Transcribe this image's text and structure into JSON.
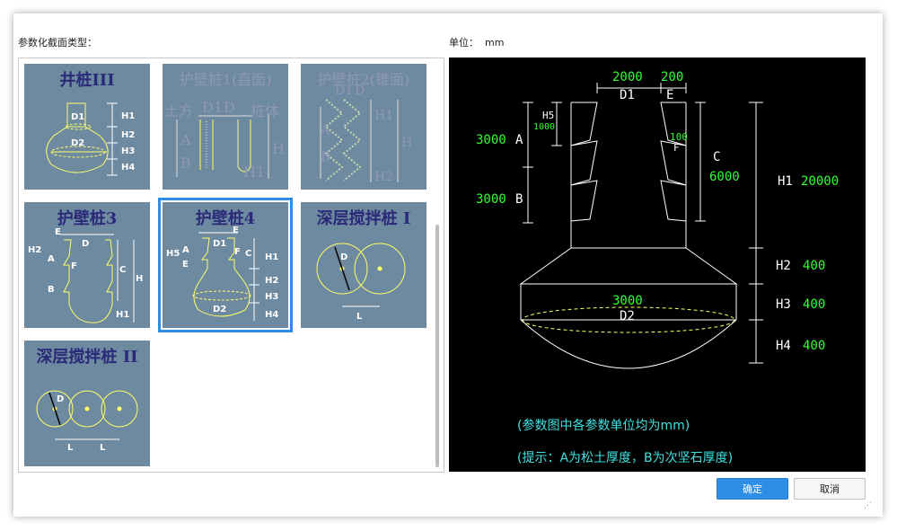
{
  "dialog": {
    "section_type_label": "参数化截面类型：",
    "unit_label": "单位：",
    "unit_value": "mm",
    "ok_button": "确定",
    "cancel_button": "取消"
  },
  "tiles": [
    {
      "title": "井桩III",
      "labels": [
        "D1",
        "D2",
        "H1",
        "H2",
        "H3",
        "H4"
      ]
    },
    {
      "title": "护壁桩1(直面)",
      "labels": [
        "土方",
        "D1",
        "D",
        "桩体",
        "A",
        "B",
        "H",
        "H1"
      ]
    },
    {
      "title": "护壁桩2(锥面)",
      "labels": [
        "D1",
        "D",
        "H1",
        "A",
        "B",
        "H",
        "H2"
      ]
    },
    {
      "title": "护壁桩3",
      "labels": [
        "E",
        "D",
        "H2",
        "A",
        "F",
        "C",
        "H",
        "B",
        "H1"
      ]
    },
    {
      "title": "护壁桩4",
      "labels": [
        "E",
        "D1",
        "H5",
        "A",
        "E",
        "F",
        "C",
        "H1",
        "H2",
        "H3",
        "D2",
        "H4"
      ]
    },
    {
      "title": "深层搅拌桩 I",
      "labels": [
        "D",
        "L"
      ]
    },
    {
      "title": "深层搅拌桩 II",
      "labels": [
        "D",
        "L",
        "L"
      ]
    }
  ],
  "selected_tile": "护壁桩4",
  "preview": {
    "d1_value": "2000",
    "e_value": "200",
    "d1_label": "D1",
    "e_label": "E",
    "h5_label": "H5",
    "h5_value": "1000",
    "a_value": "3000",
    "a_label": "A",
    "b_value": "3000",
    "b_label": "B",
    "f_value": "100",
    "f_label": "F",
    "c_label": "C",
    "c_value": "6000",
    "h1_label": "H1",
    "h1_value": "20000",
    "h2_label": "H2",
    "h2_value": "400",
    "h3_label": "H3",
    "h3_value": "400",
    "h4_label": "H4",
    "h4_value": "400",
    "d2_value": "3000",
    "d2_label": "D2",
    "note1": "(参数图中各参数单位均为mm)",
    "note2": "(提示：A为松土厚度，B为次坚石厚度)"
  },
  "colors": {
    "accent": "#2e8ee6",
    "tile_bg": "#6e8aa0",
    "preview_bg": "#000000",
    "drawing_white": "#ffffff",
    "dim_green": "#33ff33",
    "note_cyan": "#40e0e0",
    "ellipse_yellow": "#ffff66"
  }
}
